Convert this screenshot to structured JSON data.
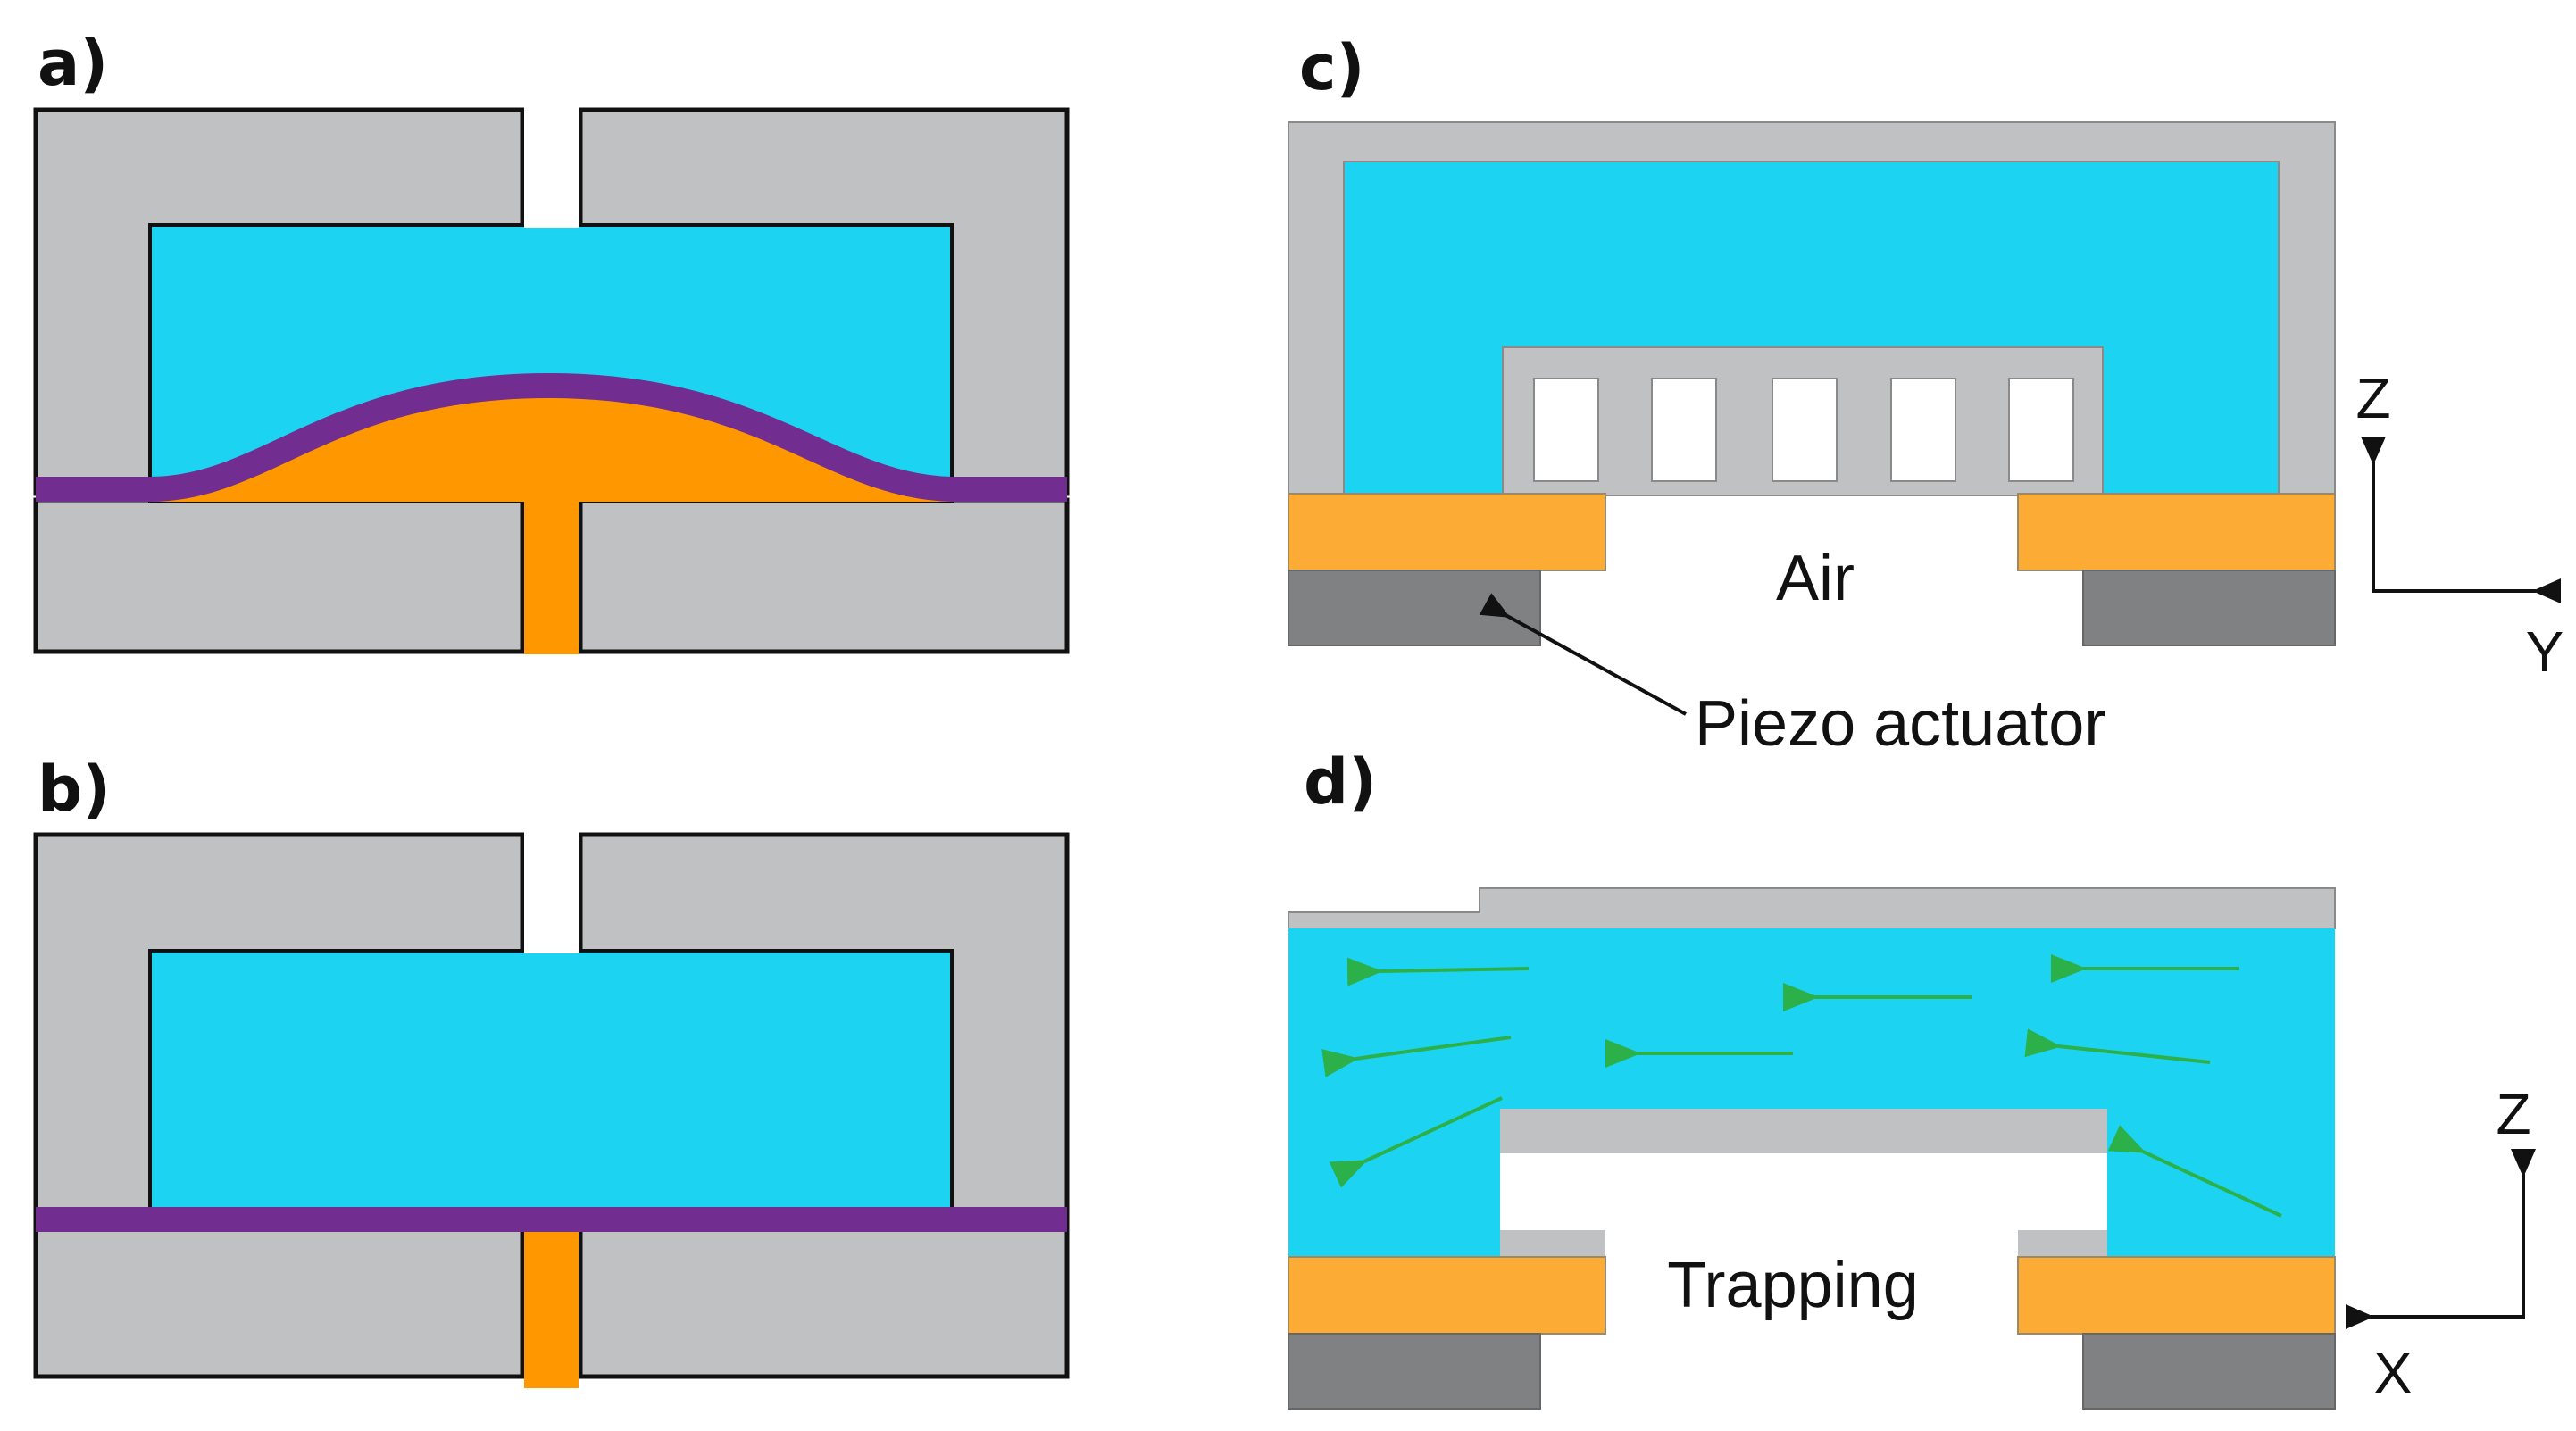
{
  "panels": {
    "a": {
      "label": "a)"
    },
    "b": {
      "label": "b)"
    },
    "c": {
      "label": "c)",
      "air_label": "Air",
      "piezo_label": "Piezo actuator",
      "axis_vertical": "Z",
      "axis_horizontal": "Y"
    },
    "d": {
      "label": "d)",
      "trapping_label": "Trapping",
      "axis_vertical": "Z",
      "axis_horizontal": "X"
    }
  },
  "colors": {
    "housing_gray": "#c0c1c3",
    "piezo_dark_gray": "#7f8183",
    "fluid_cyan": "#1dd3f2",
    "membrane_purple": "#712d90",
    "channel_orange": "#ff9700",
    "base_orange": "#fcab34",
    "flow_arrow_green": "#2bb04a",
    "outline": "#111111"
  },
  "icons": {
    "flow_arrows": "green-arrow-icon",
    "axis_arrows": "axis-arrow-icon",
    "pointer_arrow": "black-arrow-icon"
  }
}
